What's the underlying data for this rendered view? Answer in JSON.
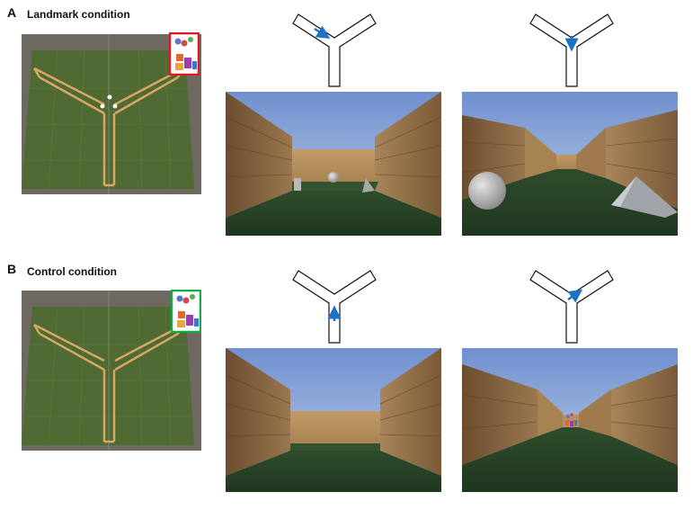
{
  "panels": [
    {
      "letter": "A",
      "title": "Landmark condition",
      "reward_box_color": "#e0191f"
    },
    {
      "letter": "B",
      "title": "Control condition",
      "reward_box_color": "#1aa84a"
    }
  ],
  "colors": {
    "arrow": "#1a73c8",
    "sky_top": "#6f8fcf",
    "sky_bottom": "#b9cde6",
    "wood": "#8c6a44",
    "grass": "#2b4a2a",
    "arena": "#4f6a32",
    "path": "#d6a765"
  },
  "icons": [
    "maze-outline-icon",
    "direction-arrow-icon",
    "balloons-gift-icon",
    "sphere-landmark-icon",
    "prism-landmark-icon"
  ]
}
